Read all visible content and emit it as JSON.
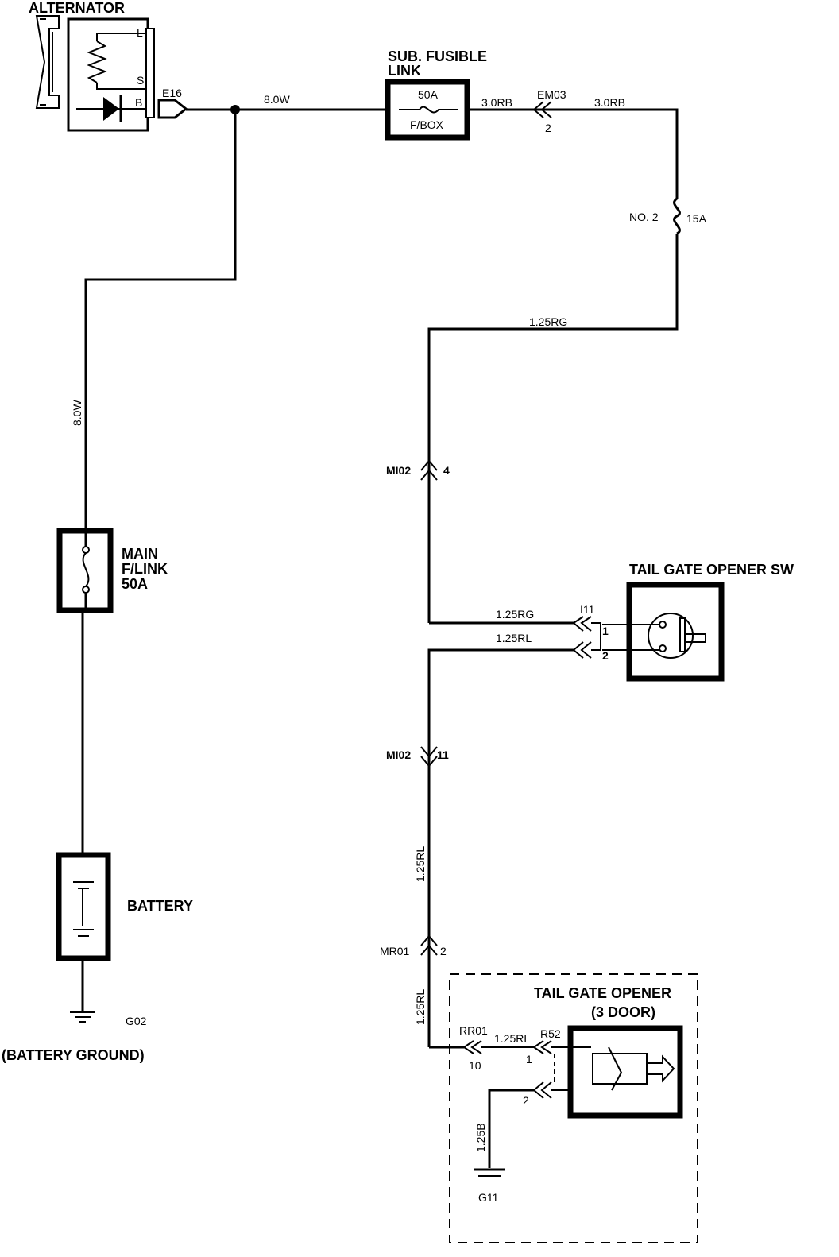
{
  "components": {
    "alternator": {
      "title": "ALTERNATOR",
      "terminal_l": "L",
      "terminal_s": "S",
      "terminal_b": "B",
      "connector": "E16"
    },
    "sub_fusible_link": {
      "title_line1": "SUB. FUSIBLE",
      "title_line2": "LINK",
      "rating": "50A",
      "location": "F/BOX"
    },
    "fuse_no2": {
      "name": "NO. 2",
      "rating": "15A"
    },
    "main_fusible_link": {
      "line1": "MAIN",
      "line2": "F/LINK",
      "line3": "50A"
    },
    "battery": {
      "title": "BATTERY",
      "ground": "G02",
      "ground_caption": "(BATTERY GROUND)"
    },
    "tail_gate_switch": {
      "title": "TAIL GATE OPENER SW",
      "connector": "I11",
      "pin1": "1",
      "pin2": "2"
    },
    "tail_gate_opener": {
      "title_line1": "TAIL GATE OPENER",
      "title_line2": "(3 DOOR)",
      "connector": "R52",
      "pin1": "1",
      "pin2": "2",
      "ground": "G11"
    }
  },
  "wires": {
    "alt_to_sub_link": "8.0W",
    "alt_to_main_link": "8.0W",
    "sub_link_out": "3.0RB",
    "em03_out": "3.0RB",
    "fuse_out": "1.25RG",
    "switch_feed": "1.25RG",
    "switch_return": "1.25RL",
    "mi02_down": "1.25RL",
    "mr01_down": "1.25RL",
    "rr01_out": "1.25RL",
    "opener_ground": "1.25B"
  },
  "connectors": {
    "em03": {
      "name": "EM03",
      "pin": "2"
    },
    "mi02_top": {
      "name": "MI02",
      "pin": "4"
    },
    "mi02_bottom": {
      "name": "MI02",
      "pin": "11"
    },
    "mr01": {
      "name": "MR01",
      "pin": "2"
    },
    "rr01": {
      "name": "RR01",
      "pin": "10"
    }
  }
}
